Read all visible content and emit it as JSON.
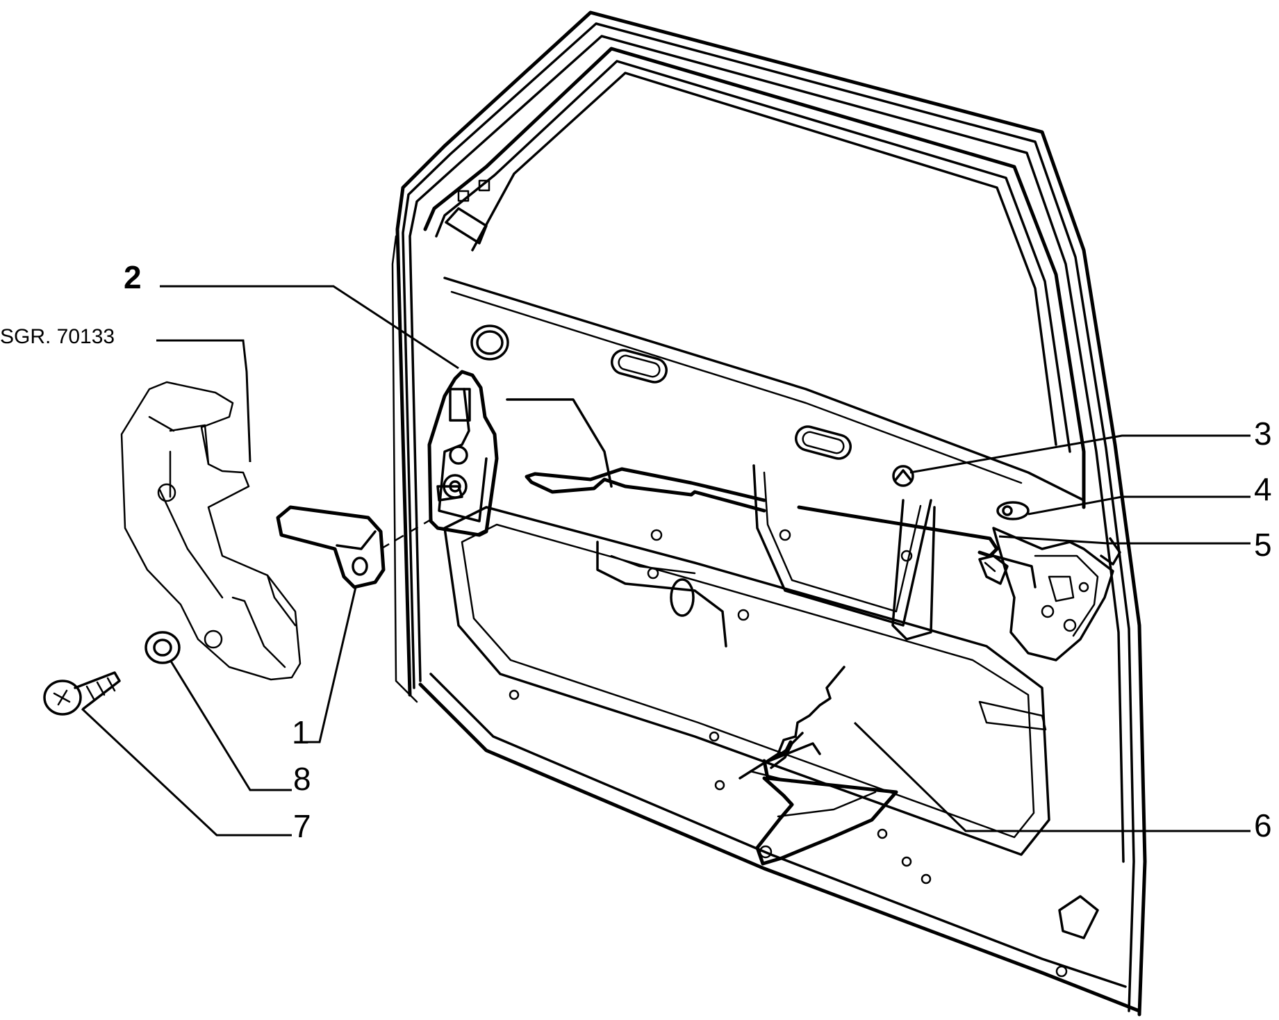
{
  "callouts": {
    "c1": "1",
    "c2": "2",
    "c3": "3",
    "c4": "4",
    "c5": "5",
    "c6": "6",
    "c7": "7",
    "c8": "8",
    "ref": "SGR. 70133"
  },
  "colors": {
    "line": "#000000",
    "background": "#ffffff"
  }
}
